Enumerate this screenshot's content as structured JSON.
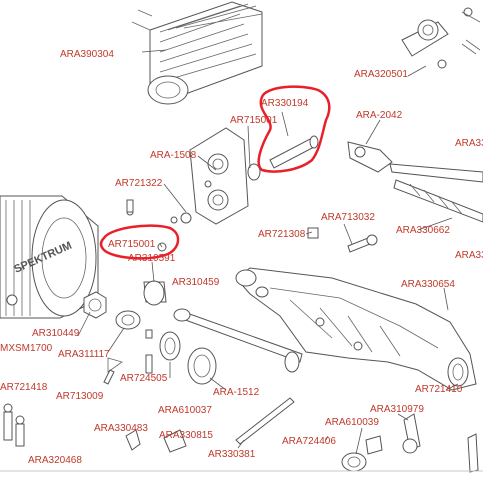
{
  "labels": {
    "ara390304": "ARA390304",
    "ar330194": "AR330194",
    "ar715001_top": "AR715001",
    "ara1508": "ARA-1508",
    "ar721322": "AR721322",
    "ar715001_left": "AR715001",
    "ar310591": "AR310591",
    "ar310459": "AR310459",
    "ara320501": "ARA320501",
    "ara2042": "ARA-2042",
    "ara33_top": "ARA33",
    "ara713032": "ARA713032",
    "ar721308": "AR721308",
    "ara330662": "ARA330662",
    "ara33_mid": "ARA33",
    "ara330654": "ARA330654",
    "ar310449": "AR310449",
    "mxsm1700": "MXSM1700",
    "ara311117": "ARA311117",
    "ar724505": "AR724505",
    "ar721418": "AR721418",
    "ar713009": "AR713009",
    "ara1512": "ARA-1512",
    "ara610037": "ARA610037",
    "ar721410": "AR721410",
    "ara310979": "ARA310979",
    "ara330483": "ARA330483",
    "ara330815": "ARA330815",
    "ara610039": "ARA610039",
    "ara724406": "ARA724406",
    "ar330381": "AR330381",
    "ara320468": "ARA320468"
  },
  "motor_brand": "SPEKTRUM",
  "highlight_color": "#e8202a",
  "label_color": "#c0392b"
}
